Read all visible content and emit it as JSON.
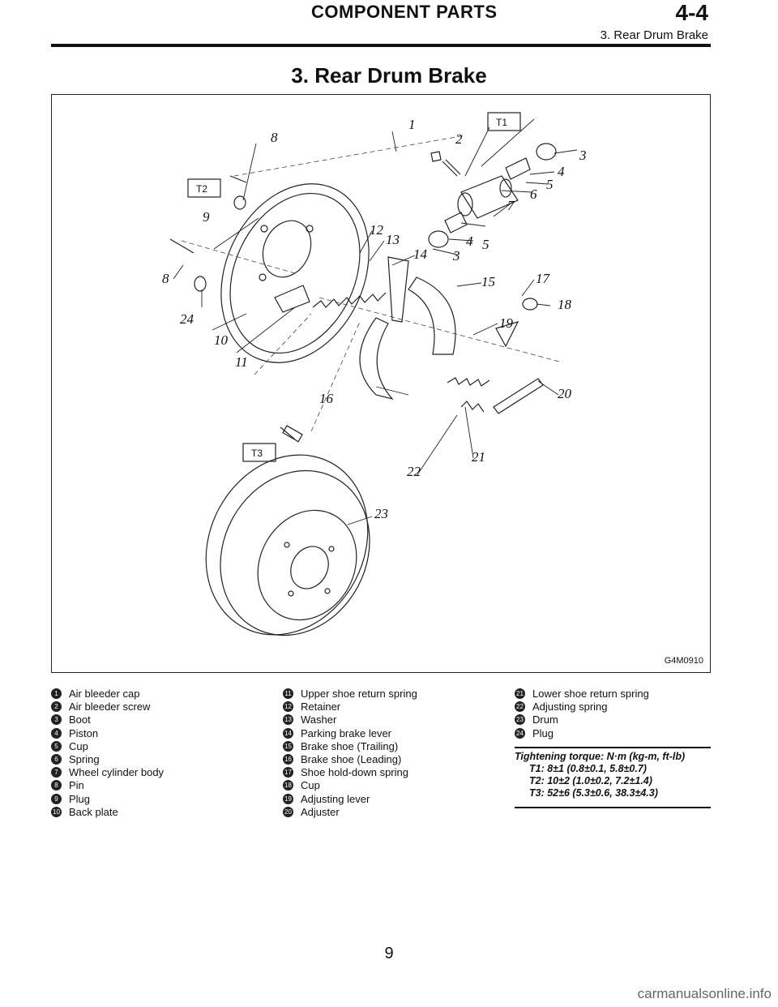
{
  "header": {
    "section_title": "COMPONENT PARTS",
    "section_number": "4-4",
    "subtitle": "3. Rear Drum Brake"
  },
  "page_title": "3. Rear Drum Brake",
  "figure": {
    "code": "G4M0910",
    "callouts": [
      "1",
      "2",
      "3",
      "4",
      "5",
      "6",
      "7",
      "8",
      "9",
      "10",
      "11",
      "12",
      "13",
      "14",
      "15",
      "16",
      "17",
      "18",
      "19",
      "20",
      "21",
      "22",
      "23",
      "24"
    ],
    "torque_boxes": [
      "T1",
      "T2",
      "T3"
    ]
  },
  "legend": {
    "col1": [
      {
        "n": "1",
        "label": "Air bleeder cap"
      },
      {
        "n": "2",
        "label": "Air bleeder screw"
      },
      {
        "n": "3",
        "label": "Boot"
      },
      {
        "n": "4",
        "label": "Piston"
      },
      {
        "n": "5",
        "label": "Cup"
      },
      {
        "n": "6",
        "label": "Spring"
      },
      {
        "n": "7",
        "label": "Wheel cylinder body"
      },
      {
        "n": "8",
        "label": "Pin"
      },
      {
        "n": "9",
        "label": "Plug"
      },
      {
        "n": "10",
        "label": "Back plate"
      }
    ],
    "col2": [
      {
        "n": "11",
        "label": "Upper shoe return spring"
      },
      {
        "n": "12",
        "label": "Retainer"
      },
      {
        "n": "13",
        "label": "Washer"
      },
      {
        "n": "14",
        "label": "Parking brake lever"
      },
      {
        "n": "15",
        "label": "Brake shoe (Trailing)"
      },
      {
        "n": "16",
        "label": "Brake shoe (Leading)"
      },
      {
        "n": "17",
        "label": "Shoe hold-down spring"
      },
      {
        "n": "18",
        "label": "Cup"
      },
      {
        "n": "19",
        "label": "Adjusting lever"
      },
      {
        "n": "20",
        "label": "Adjuster"
      }
    ],
    "col3": [
      {
        "n": "21",
        "label": "Lower shoe return spring"
      },
      {
        "n": "22",
        "label": "Adjusting spring"
      },
      {
        "n": "23",
        "label": "Drum"
      },
      {
        "n": "24",
        "label": "Plug"
      }
    ]
  },
  "torque": {
    "heading": "Tightening torque: N·m (kg-m, ft-lb)",
    "t1": "T1: 8±1 (0.8±0.1, 5.8±0.7)",
    "t2": "T2: 10±2 (1.0±0.2, 7.2±1.4)",
    "t3": "T3: 52±6 (5.3±0.6, 38.3±4.3)"
  },
  "page_number": "9",
  "watermark": "carmanualsonline.info"
}
